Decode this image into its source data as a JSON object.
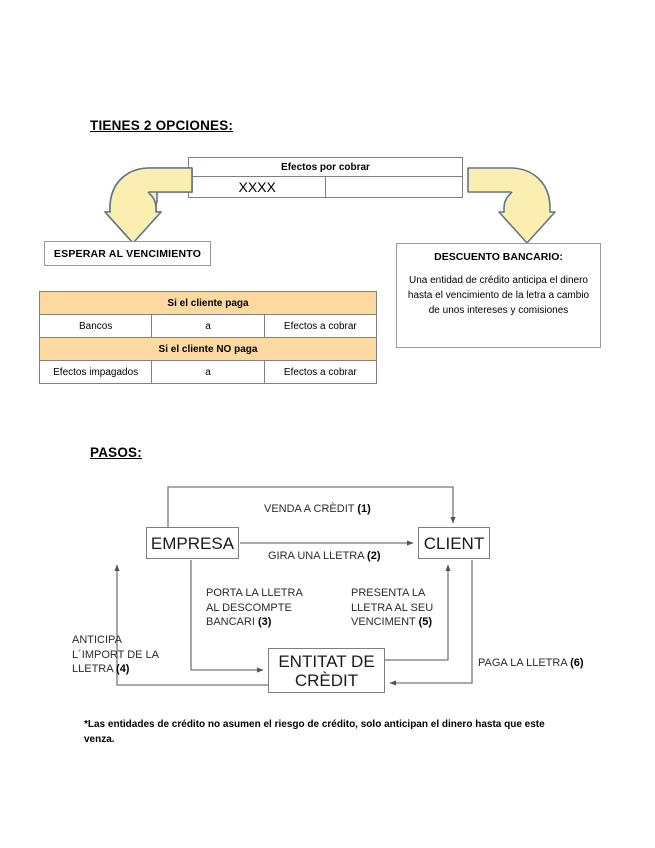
{
  "headings": {
    "opciones": "TIENES 2 OPCIONES:",
    "pasos": "PASOS:"
  },
  "efectos_table": {
    "header": "Efectos por cobrar",
    "debit": "XXXX",
    "credit": ""
  },
  "arrows": {
    "left_arrow_name": "bent-arrow-down-left",
    "right_arrow_name": "bent-arrow-down-right",
    "fill": "#FAEEB0",
    "stroke": "#63758A"
  },
  "option_left": {
    "label": "ESPERAR AL VENCIMIENTO"
  },
  "option_right": {
    "title": "DESCUENTO BANCARIO:",
    "body": "Una entidad de crédito anticipa el dinero hasta el vencimiento de la letra a cambio de unos intereses y comisiones"
  },
  "asiento_table": {
    "accent": "#FBD9A0",
    "rows": [
      {
        "type": "head",
        "text": "Si el cliente paga"
      },
      {
        "type": "entry",
        "c1": "Bancos",
        "c2": "a",
        "c3": "Efectos a cobrar"
      },
      {
        "type": "head",
        "text": "Si el cliente NO paga"
      },
      {
        "type": "entry",
        "c1": "Efectos impagados",
        "c2": "a",
        "c3": "Efectos a cobrar"
      }
    ]
  },
  "flow": {
    "nodes": {
      "empresa": "EMPRESA",
      "client": "CLIENT",
      "entitat": "ENTITAT DE\nCRÈDIT"
    },
    "labels": {
      "step1": "VENDA A CRÈDIT (1)",
      "step2": "GIRA UNA LLETRA (2)",
      "step3": "PORTA LA LLETRA\nAL DESCOMPTE\nBANCARI (3)",
      "step4": "ANTICIPA\nL´IMPORT DE LA\nLLETRA (4)",
      "step5": "PRESENTA LA\nLLETRA AL SEU\nVENCIMENT (5)",
      "step6": "PAGA LA LLETRA (6)"
    }
  },
  "footnote": "*Las entidades de crédito no asumen el riesgo de crédito, solo anticipan el dinero hasta que este venza."
}
